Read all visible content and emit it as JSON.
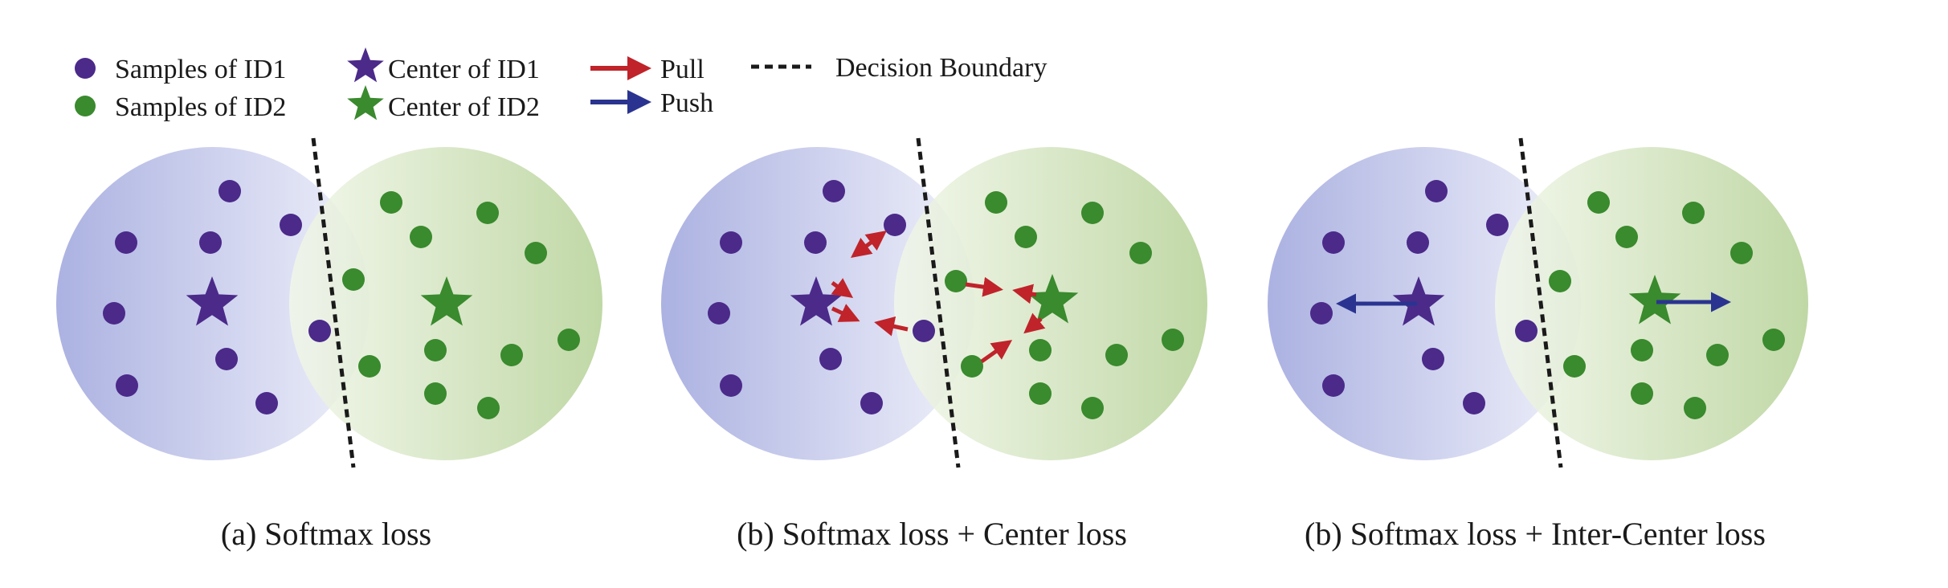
{
  "colors": {
    "id1": "#4b2a8a",
    "id2": "#3a8a2e",
    "pull": "#c0232a",
    "push": "#2a3490",
    "boundary": "#1a1a1a",
    "cluster1_light": "#eceef9",
    "cluster1_dark": "#9da4dc",
    "cluster2_light": "#f2f7ea",
    "cluster2_dark": "#b5d196"
  },
  "legend": {
    "samples_id1": "Samples of ID1",
    "samples_id2": "Samples of ID2",
    "center_id1": "Center of ID1",
    "center_id2": "Center of ID2",
    "pull": "Pull",
    "push": "Push",
    "boundary": "Decision Boundary"
  },
  "panels": [
    {
      "caption": "(a) Softmax loss"
    },
    {
      "caption": "(b) Softmax loss + Center loss"
    },
    {
      "caption": "(b) Softmax loss + Inter-Center loss"
    }
  ]
}
